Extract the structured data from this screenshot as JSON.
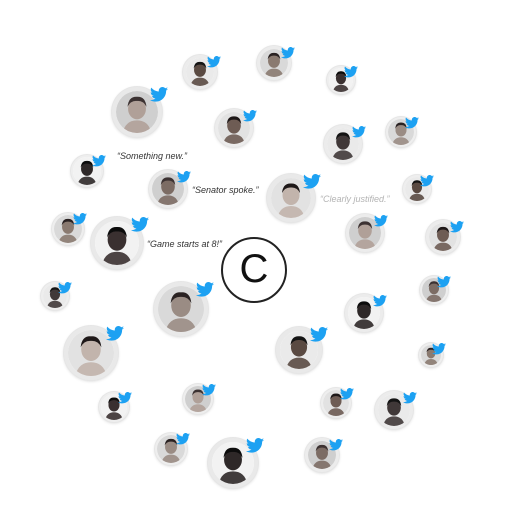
{
  "logo": {
    "letter": "C"
  },
  "quotes": [
    {
      "text": "“Something new.”"
    },
    {
      "text": "“Senator spoke.”"
    },
    {
      "text": "“Clearly justified.”"
    },
    {
      "text": "“Game starts at 8!”"
    }
  ],
  "colors": {
    "twitter_blue": "#1da1f2",
    "ring": "#e9e9e9",
    "logo_stroke": "#222222"
  },
  "icons": {
    "badge": "twitter-bird-icon",
    "avatar": "profile-photo"
  }
}
